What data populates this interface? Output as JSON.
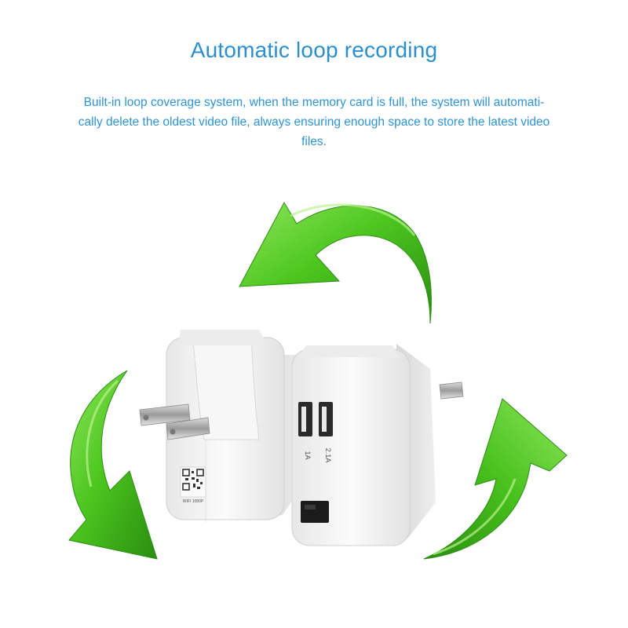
{
  "header": {
    "title": "Automatic loop recording",
    "description_lines": [
      "Built-in loop coverage system, when the memory card is full, the system will automati-",
      "cally delete the oldest video file, always ensuring enough space to store the latest video",
      "files."
    ]
  },
  "product": {
    "port_label_left": "1A",
    "port_label_right": "2.1A",
    "sticker_text": "WIFI 1080P"
  },
  "colors": {
    "text_blue": "#2a8fd0",
    "arrow_green": "#44c21c",
    "arrow_green_dark": "#2b8f0f",
    "device_white": "#f4f4f4"
  },
  "icons": [
    "loop-arrow-top-icon",
    "loop-arrow-left-icon",
    "loop-arrow-right-icon",
    "qr-code-icon"
  ]
}
